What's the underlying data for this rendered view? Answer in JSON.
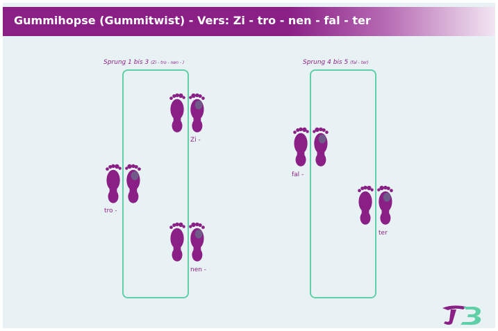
{
  "slide": {
    "title": "Gummihopse (Gummitwist) - Vers: Zi - tro - nen - fal - ter",
    "left_caption": "Sprung 1 bis 3",
    "left_caption_small": "(Zi - tro - nen - )",
    "right_caption": "Sprung 4 bis 5",
    "right_caption_small": "(fal - ter)",
    "syllables": {
      "zi": "Zi -",
      "tro": "tro -",
      "nen": "nen -",
      "fal": "fal -",
      "ter": "ter"
    },
    "logo_text": "TB"
  },
  "colors": {
    "accent": "#8a1f86",
    "rope": "#5ecfa6",
    "background": "#e8f2f4"
  },
  "icons": [
    "footprint-icon",
    "logo-icon"
  ]
}
